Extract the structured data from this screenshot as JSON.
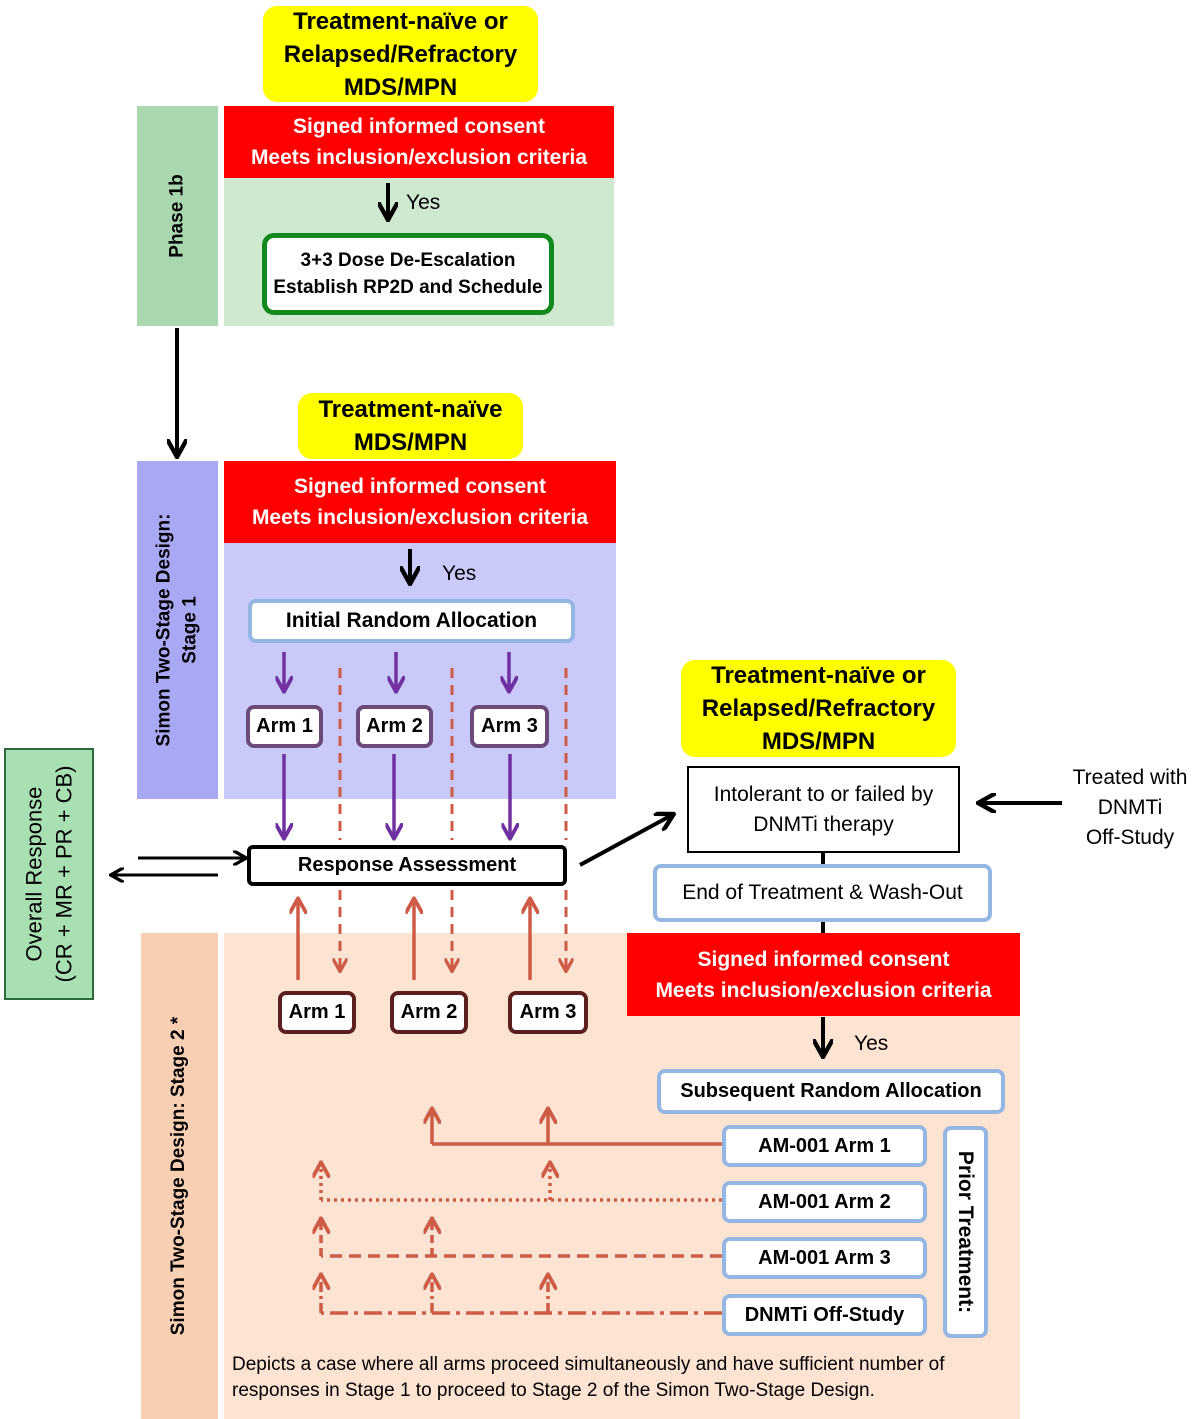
{
  "phase1b": {
    "population": "Treatment-naïve or Relapsed/Refractory MDS/MPN",
    "label": "Phase 1b",
    "consent_line1": "Signed informed consent",
    "consent_line2": "Meets inclusion/exclusion criteria",
    "yes": "Yes",
    "dose_line1": "3+3 Dose De-Escalation",
    "dose_line2": "Establish RP2D and Schedule"
  },
  "stage1": {
    "population_line1": "Treatment-naïve",
    "population_line2": "MDS/MPN",
    "label_line1": "Simon Two-Stage Design:",
    "label_line2": "Stage 1",
    "consent_line1": "Signed informed consent",
    "consent_line2": "Meets inclusion/exclusion criteria",
    "yes": "Yes",
    "allocation": "Initial Random Allocation",
    "arms": [
      "Arm 1",
      "Arm 2",
      "Arm 3"
    ]
  },
  "overall_response": {
    "line1": "Overall Response",
    "line2": "(CR + MR + PR + CB)"
  },
  "response_assessment": "Response Assessment",
  "right": {
    "population_line1": "Treatment-naïve or",
    "population_line2": "Relapsed/Refractory",
    "population_line3": "MDS/MPN",
    "intolerant_line1": "Intolerant to or failed by",
    "intolerant_line2": "DNMTi therapy",
    "treated_line1": "Treated with",
    "treated_line2": "DNMTi",
    "treated_line3": "Off-Study",
    "washout": "End of Treatment & Wash-Out",
    "consent_line1": "Signed informed consent",
    "consent_line2": "Meets inclusion/exclusion criteria",
    "yes": "Yes",
    "subsequent": "Subsequent Random Allocation"
  },
  "stage2": {
    "label": "Simon Two-Stage Design: Stage 2 *",
    "arms": [
      "Arm 1",
      "Arm 2",
      "Arm 3"
    ],
    "prior_treatments": [
      "AM-001 Arm 1",
      "AM-001 Arm 2",
      "AM-001 Arm 3",
      "DNMTi Off-Study"
    ],
    "prior_label": "Prior Treatment:",
    "footnote_line1": "Depicts a case where all arms proceed simultaneously and have sufficient number of",
    "footnote_line2": "responses in Stage 1 to proceed to Stage 2 of the Simon Two-Stage Design."
  },
  "colors": {
    "yellow": "#ffff00",
    "red": "#ff0000",
    "phase1b_fill": "#cfe8d0",
    "phase1b_label": "#a9d8b0",
    "stage1_fill": "#c9c9fa",
    "stage1_label": "#a8a8f5",
    "stage2_fill": "#fde3d2",
    "stage2_label": "#f9cfb3",
    "overall_fill": "#a8e0b3",
    "purple_arrow": "#7030a0",
    "salmon_arrow": "#cd5b45"
  }
}
